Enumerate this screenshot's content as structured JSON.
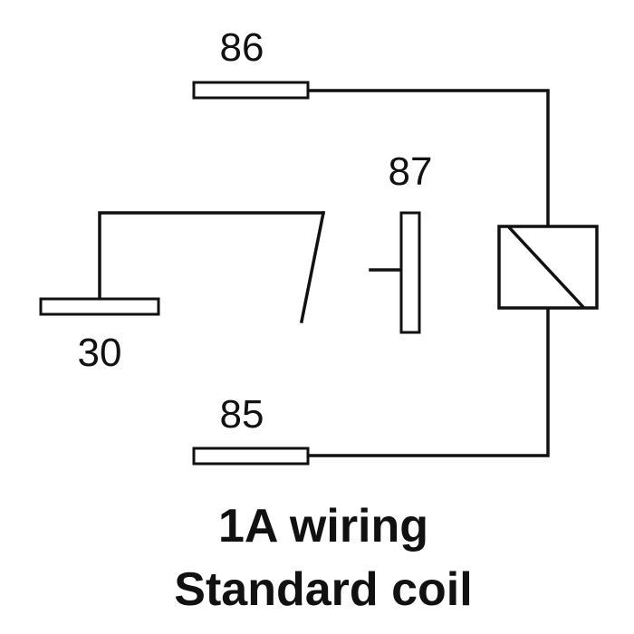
{
  "terminals": {
    "t86": {
      "label": "86"
    },
    "t87": {
      "label": "87"
    },
    "t30": {
      "label": "30"
    },
    "t85": {
      "label": "85"
    }
  },
  "caption": {
    "line1": "1A wiring",
    "line2": "Standard coil"
  },
  "colors": {
    "stroke": "#111111",
    "background": "#ffffff"
  }
}
